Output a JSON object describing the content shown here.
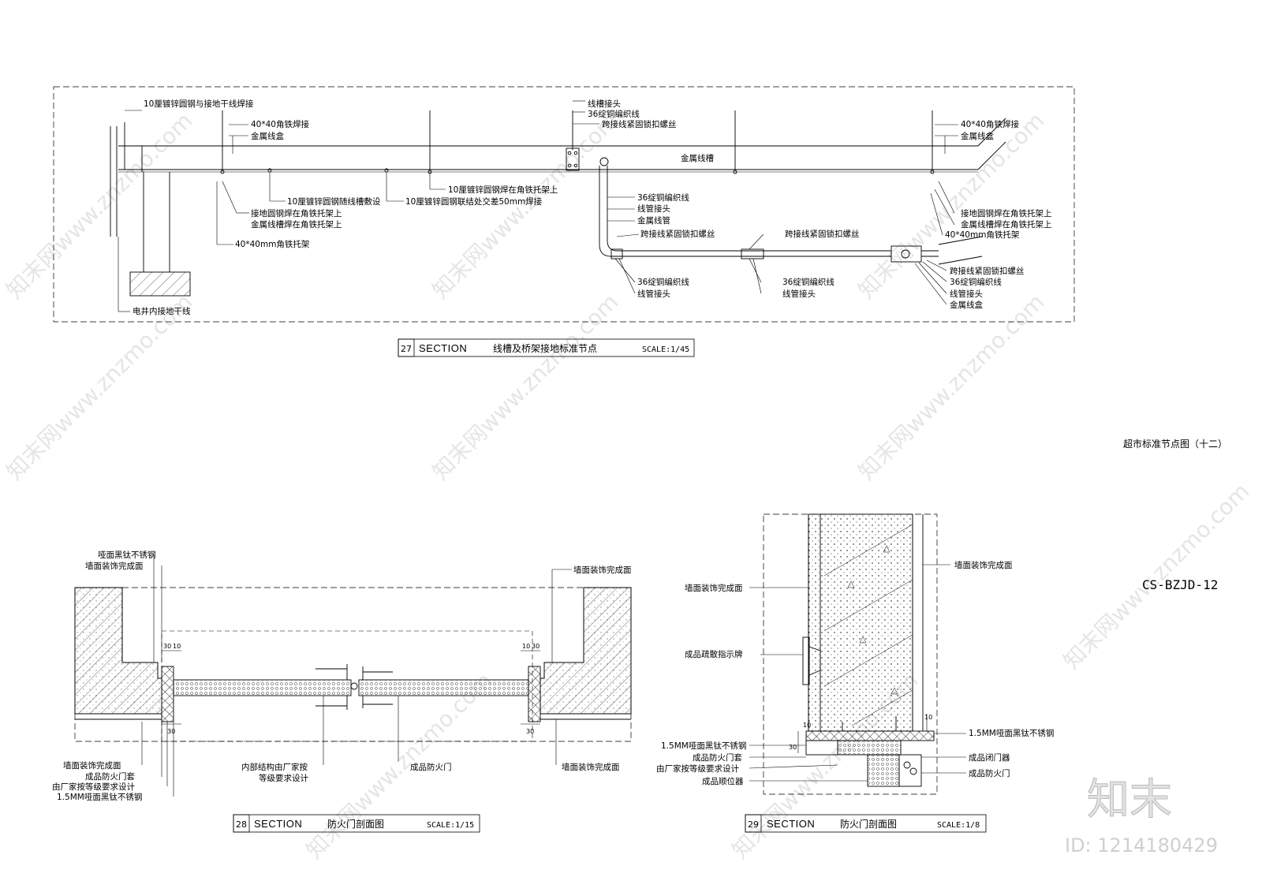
{
  "sheet": {
    "title": "超市标准节点图（十二）",
    "drawing_number": "CS-BZJD-12",
    "logo": "知末",
    "id_text": "ID: 1214180429",
    "watermark": "知末网www.znzmo.com"
  },
  "section27": {
    "number": "27",
    "section_word": "SECTION",
    "name": "线槽及桥架接地标准节点",
    "scale": "SCALE:1/45",
    "labels": {
      "l1": "10厘镀锌圆钢与接地干线焊接",
      "l2": "40*40角铁焊接",
      "l3": "金属线盒",
      "l4": "线槽接头",
      "l5": "36绽铜编织线",
      "l6": "跨接线紧固锁扣螺丝",
      "l7": "金属线槽",
      "l8": "40*40角铁焊接",
      "l9": "金属线盒",
      "l10": "10厘镀锌圆钢焊在角铁托架上",
      "l11": "10厘镀锌圆钢随线槽敷设",
      "l12": "10厘镀锌圆钢联结处交差50mm焊接",
      "l13": "接地圆钢焊在角铁托架上",
      "l14": "金属线槽焊在角铁托架上",
      "l15": "40*40mm角铁托架",
      "l16": "36绽铜编织线",
      "l17": "线管接头",
      "l18": "金属线管",
      "l19": "跨接线紧固锁扣螺丝",
      "l20": "跨接线紧固锁扣螺丝",
      "l21": "接地圆钢焊在角铁托架上",
      "l22": "金属线槽焊在角铁托架上",
      "l23": "40*40mm角铁托架",
      "l24": "跨接线紧固锁扣螺丝",
      "l25": "36绽铜编织线",
      "l26": "线管接头",
      "l27": "金属线盒",
      "l28": "36绽铜编织线",
      "l29": "线管接头",
      "l30": "36绽铜编织线",
      "l31": "线管接头",
      "l32": "电井内接地干线"
    }
  },
  "section28": {
    "number": "28",
    "section_word": "SECTION",
    "name": "防火门剖面图",
    "scale": "SCALE:1/15",
    "labels": {
      "a1": "哑面黑钛不锈钢",
      "a2": "墙面装饰完成面",
      "a3": "墙面装饰完成面",
      "a4": "墙面装饰完成面",
      "a5": "成品防火门套",
      "a6": "由厂家按等级要求设计",
      "a7": "1.5MM哑面黑钛不锈钢",
      "a8": "内部结构由厂家按",
      "a9": "等级要求设计",
      "a10": "成品防火门",
      "a11": "墙面装饰完成面"
    },
    "dims": {
      "d1": "30",
      "d2": "10",
      "d3": "10",
      "d4": "30",
      "d5": "30",
      "d6": "30"
    }
  },
  "section29": {
    "number": "29",
    "section_word": "SECTION",
    "name": "防火门剖面图",
    "scale": "SCALE:1/8",
    "labels": {
      "b1": "墙面装饰完成面",
      "b2": "墙面装饰完成面",
      "b3": "成品疏散指示牌",
      "b4": "1.5MM哑面黑钛不锈钢",
      "b5": "成品防火门套",
      "b6": "由厂家按等级要求设计",
      "b7": "成品顺位器",
      "b8": "1.5MM哑面黑钛不锈钢",
      "b9": "成品闭门器",
      "b10": "成品防火门"
    },
    "dims": {
      "d1": "10",
      "d2": "30",
      "d3": "10"
    }
  },
  "colors": {
    "line": "#000000",
    "watermark": "#d4d4d4",
    "background": "#ffffff"
  }
}
